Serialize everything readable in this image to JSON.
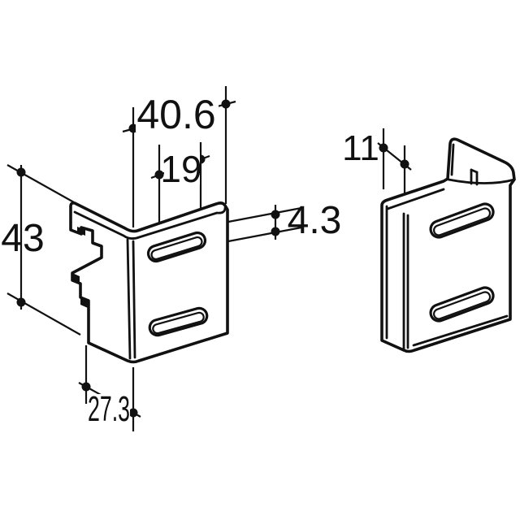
{
  "drawing": {
    "type": "technical-dimension-drawing",
    "subject": "two sheet-metal hook brackets, isometric view",
    "background_color": "#ffffff",
    "line_color": "#111111",
    "dimensions": {
      "front_face_width": "40.6",
      "slot_offset": "19",
      "overall_height": "43",
      "bottom_flange_depth": "27.3",
      "edge_thickness": "4.3",
      "return_flange_depth": "11"
    }
  }
}
